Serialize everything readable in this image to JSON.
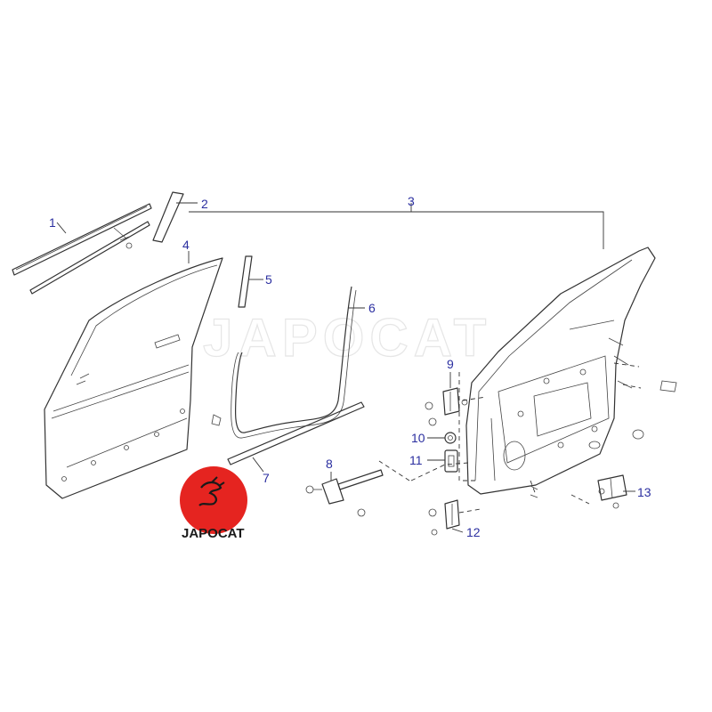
{
  "watermark": "JAPOCAT",
  "logo": {
    "text": "JAPOCAT",
    "circle_color": "#e52420",
    "text_color": "#1a1a1a"
  },
  "callout_color": "#2b2fa0",
  "callouts": {
    "c1": "1",
    "c2": "2",
    "c3": "3",
    "c4": "4",
    "c5": "5",
    "c6": "6",
    "c7": "7",
    "c8": "8",
    "c9": "9",
    "c10": "10",
    "c11": "11",
    "c12": "12",
    "c13": "13"
  }
}
